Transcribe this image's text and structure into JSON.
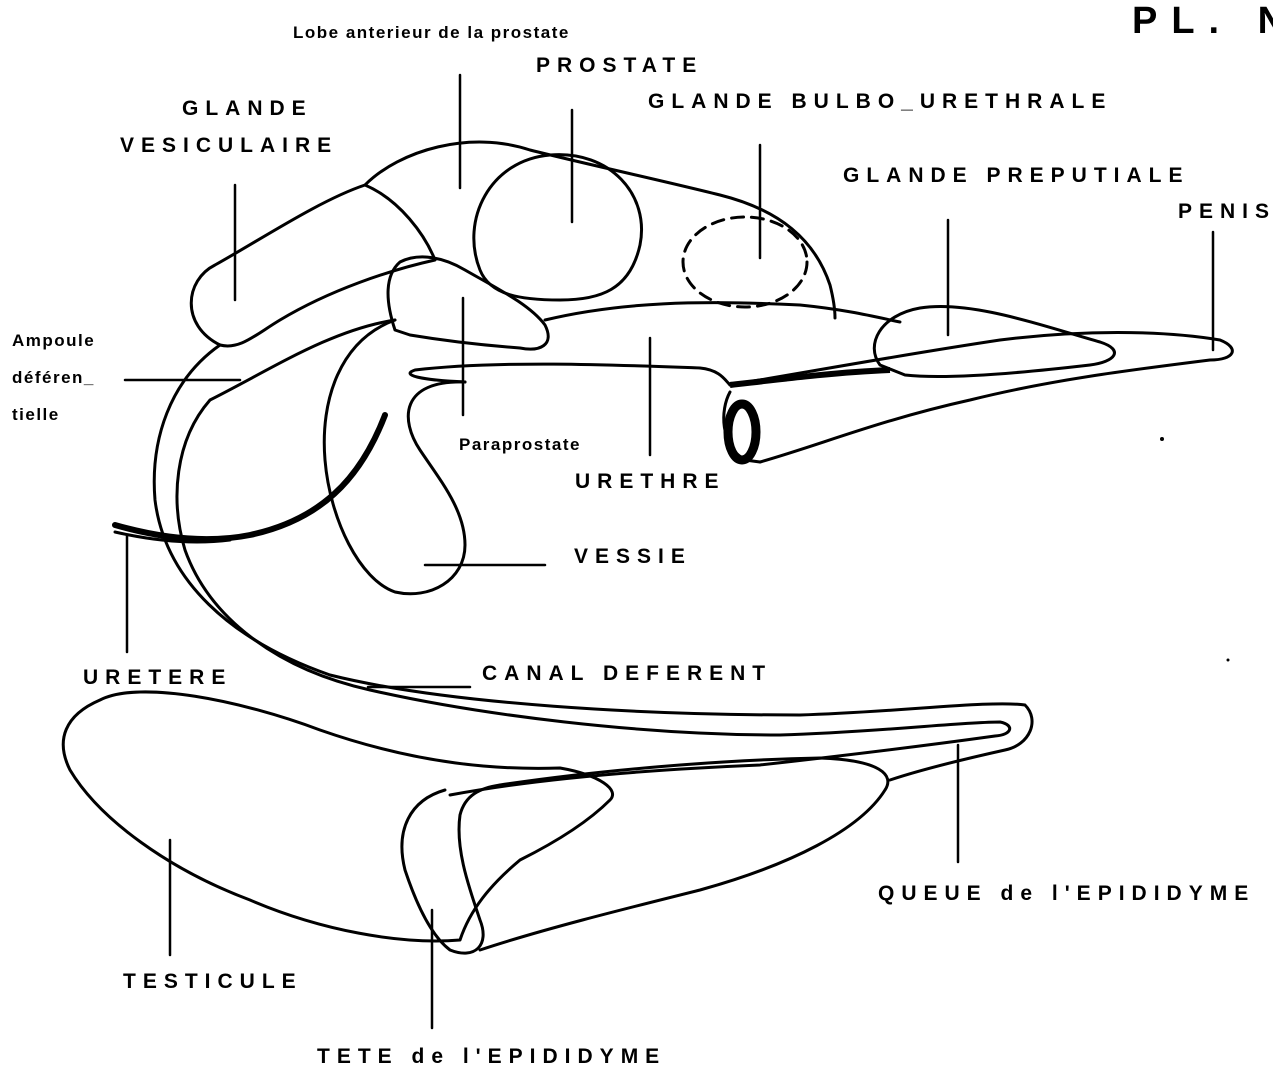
{
  "plate_label": "PL. N",
  "labels": {
    "lobe_anterieur": "Lobe anterieur de la prostate",
    "prostate": "PROSTATE",
    "glande_bulbo_urethrale": "GLANDE BULBO_URETHRALE",
    "glande_vesiculaire_line1": "GLANDE",
    "glande_vesiculaire_line2": "VESICULAIRE",
    "glande_preputiale": "GLANDE PREPUTIALE",
    "penis": "PENIS",
    "ampoule_line1": "Ampoule",
    "ampoule_line2": "déféren_",
    "ampoule_line3": "tielle",
    "paraprostate": "Paraprostate",
    "urethre": "URETHRE",
    "vessie": "VESSIE",
    "uretere": "URETERE",
    "canal_deferent": "CANAL DEFERENT",
    "testicule": "TESTICULE",
    "tete_epididyme": "TETE de l'EPIDIDYME",
    "queue_epididyme": "QUEUE de l'EPIDIDYME"
  }
}
